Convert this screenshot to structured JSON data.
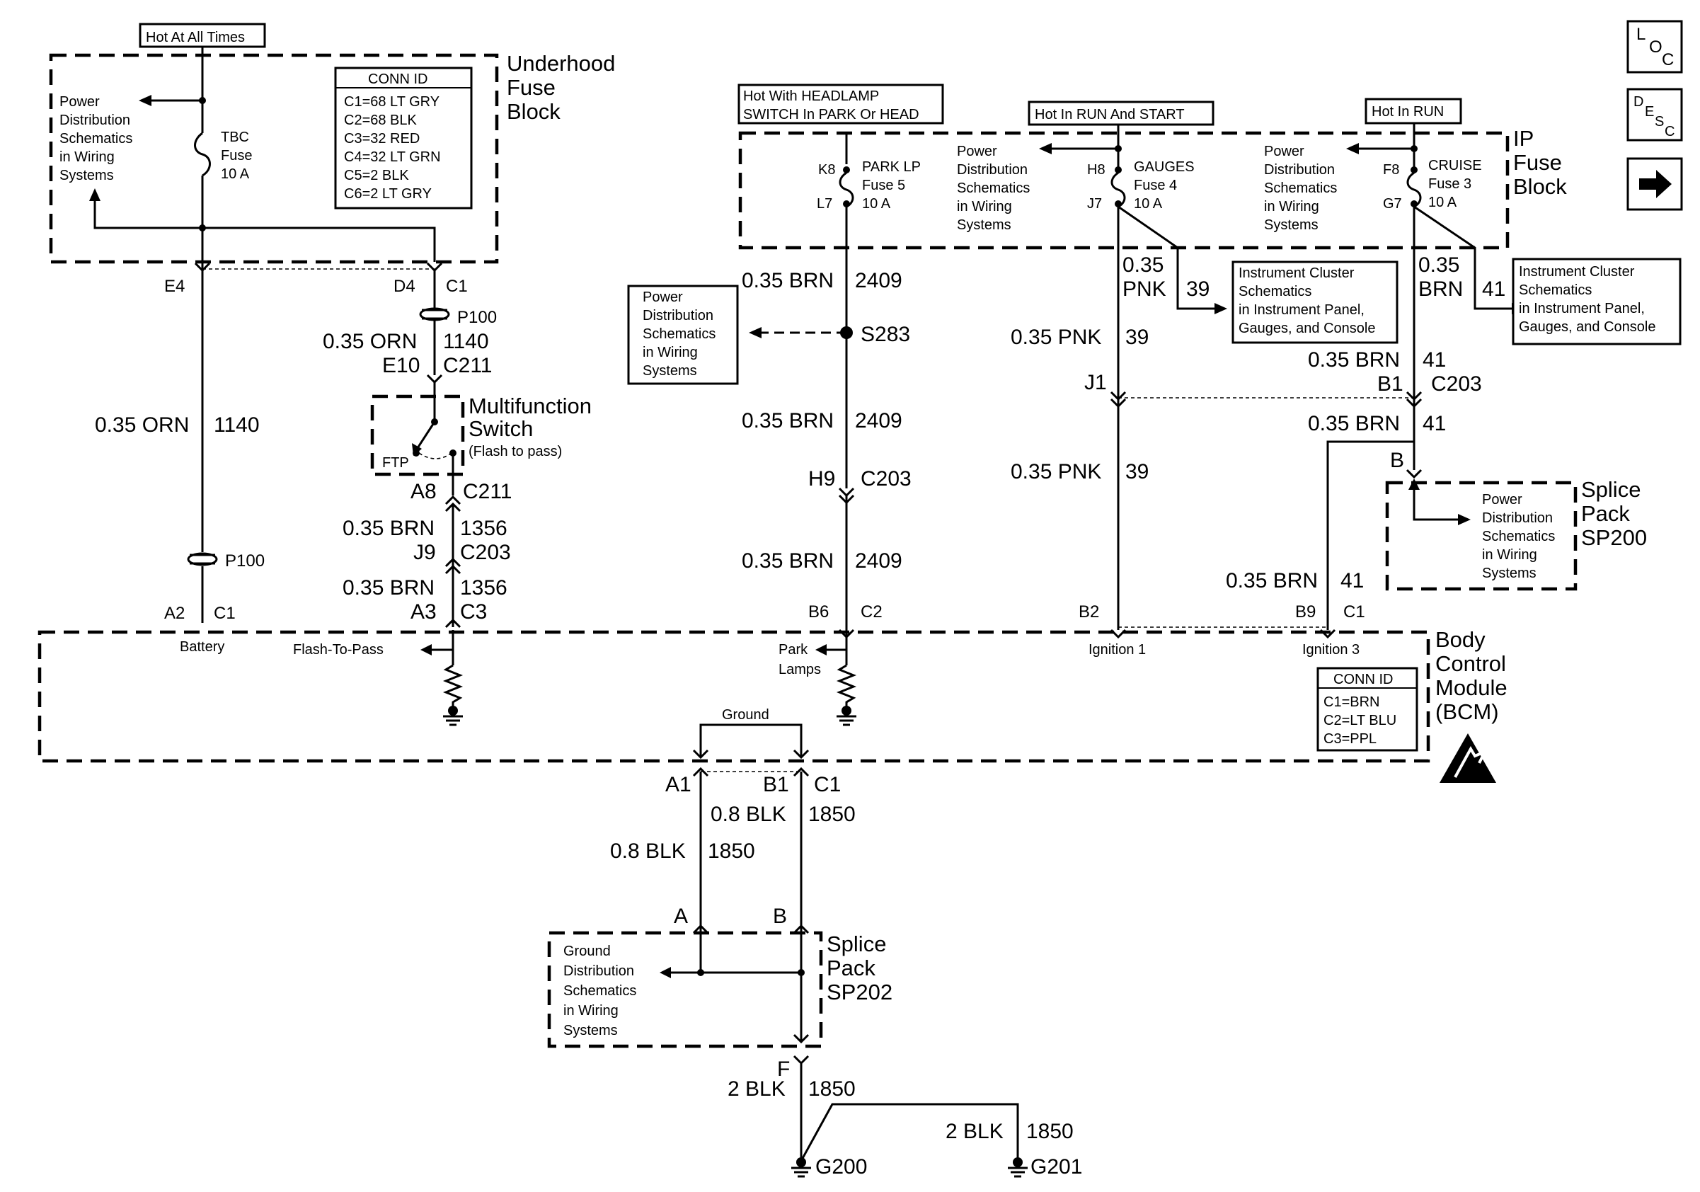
{
  "texts": {
    "hot_all_times": "Hot At All Times",
    "underhood_1": "Underhood",
    "underhood_2": "Fuse",
    "underhood_3": "Block",
    "pd1_1": "Power",
    "pd1_2": "Distribution",
    "pd1_3": "Schematics",
    "pd1_4": "in Wiring",
    "pd1_5": "Systems",
    "tbc_1": "TBC",
    "tbc_2": "Fuse",
    "tbc_3": "10 A",
    "conn1_title": "CONN ID",
    "conn1_c1": "C1=68 LT GRY",
    "conn1_c2": "C2=68 BLK",
    "conn1_c3": "C3=32 RED",
    "conn1_c4": "C4=32 LT GRN",
    "conn1_c5": "C5=2 BLK",
    "conn1_c6": "C6=2 LT GRY",
    "e4": "E4",
    "d4": "D4",
    "c1_top": "C1",
    "p100_a": "P100",
    "orn_1140_a": "0.35 ORN",
    "n1140_a": "1140",
    "e10": "E10",
    "c211_a": "C211",
    "mfs_1": "Multifunction",
    "mfs_2": "Switch",
    "mfs_3": "(Flash to pass)",
    "ftp": "FTP",
    "a8": "A8",
    "c211_b": "C211",
    "orn_1140_b": "0.35 ORN",
    "n1140_b": "1140",
    "brn_1356_a": "0.35 BRN",
    "n1356_a": "1356",
    "j9": "J9",
    "c203_a": "C203",
    "brn_1356_b": "0.35 BRN",
    "n1356_b": "1356",
    "p100_b": "P100",
    "a2": "A2",
    "c1_a": "C1",
    "a3": "A3",
    "c3": "C3",
    "battery": "Battery",
    "flash_to_pass": "Flash-To-Pass",
    "hot_headlamp_1": "Hot With HEADLAMP",
    "hot_headlamp_2": "SWITCH In PARK Or HEAD",
    "k8": "K8",
    "l7": "L7",
    "parklp_1": "PARK LP",
    "parklp_2": "Fuse 5",
    "parklp_3": "10 A",
    "pd2_1": "Power",
    "pd2_2": "Distribution",
    "pd2_3": "Schematics",
    "pd2_4": "in Wiring",
    "pd2_5": "Systems",
    "brn_2409_a": "0.35 BRN",
    "n2409_a": "2409",
    "s283": "S283",
    "pd3_1": "Power",
    "pd3_2": "Distribution",
    "pd3_3": "Schematics",
    "pd3_4": "in Wiring",
    "pd3_5": "Systems",
    "brn_2409_b": "0.35 BRN",
    "n2409_b": "2409",
    "h9": "H9",
    "c203_b": "C203",
    "brn_2409_c": "0.35 BRN",
    "n2409_c": "2409",
    "b6": "B6",
    "c2": "C2",
    "park_lamps_1": "Park",
    "park_lamps_2": "Lamps",
    "hot_run_start": "Hot In RUN And START",
    "h8": "H8",
    "j7": "J7",
    "gauges_1": "GAUGES",
    "gauges_2": "Fuse 4",
    "gauges_3": "10 A",
    "pd4_1": "Power",
    "pd4_2": "Distribution",
    "pd4_3": "Schematics",
    "pd4_4": "in Wiring",
    "pd4_5": "Systems",
    "pnk_a1": "0.35",
    "pnk_a2": "PNK",
    "n39_a": "39",
    "ic1_1": "Instrument Cluster",
    "ic1_2": "Schematics",
    "ic1_3": "in Instrument Panel,",
    "ic1_4": "Gauges, and Console",
    "pnk_b": "0.35 PNK",
    "n39_b": "39",
    "j1": "J1",
    "pnk_c": "0.35 PNK",
    "n39_c": "39",
    "b2": "B2",
    "ignition1": "Ignition 1",
    "hot_run": "Hot In RUN",
    "f8": "F8",
    "g7": "G7",
    "cruise_1": "CRUISE",
    "cruise_2": "Fuse 3",
    "cruise_3": "10 A",
    "pd5_1": "Power",
    "pd5_2": "Distribution",
    "pd5_3": "Schematics",
    "pd5_4": "in Wiring",
    "pd5_5": "Systems",
    "ip_1": "IP",
    "ip_2": "Fuse",
    "ip_3": "Block",
    "brn41_a1": "0.35",
    "brn41_a2": "BRN",
    "n41_a": "41",
    "ic2_1": "Instrument Cluster",
    "ic2_2": "Schematics",
    "ic2_3": "in Instrument Panel,",
    "ic2_4": "Gauges, and Console",
    "brn41_b": "0.35 BRN",
    "n41_b": "41",
    "b1_top": "B1",
    "c203_c": "C203",
    "brn41_c": "0.35 BRN",
    "n41_c": "41",
    "b_sp200": "B",
    "pd6_1": "Power",
    "pd6_2": "Distribution",
    "pd6_3": "Schematics",
    "pd6_4": "in Wiring",
    "pd6_5": "Systems",
    "sp200_1": "Splice",
    "sp200_2": "Pack",
    "sp200_3": "SP200",
    "brn41_d": "0.35 BRN",
    "n41_d": "41",
    "b9": "B9",
    "c1_b": "C1",
    "ignition3": "Ignition 3",
    "bcm_1": "Body",
    "bcm_2": "Control",
    "bcm_3": "Module",
    "bcm_4": "(BCM)",
    "conn2_title": "CONN ID",
    "conn2_c1": "C1=BRN",
    "conn2_c2": "C2=LT BLU",
    "conn2_c3": "C3=PPL",
    "ground": "Ground",
    "a1": "A1",
    "b1_bot": "B1",
    "c1_bot": "C1",
    "blk_a": "0.8 BLK",
    "n1850_a": "1850",
    "blk_b": "0.8 BLK",
    "n1850_b": "1850",
    "a_sp202": "A",
    "b_sp202": "B",
    "gd_1": "Ground",
    "gd_2": "Distribution",
    "gd_3": "Schematics",
    "gd_4": "in Wiring",
    "gd_5": "Systems",
    "sp202_1": "Splice",
    "sp202_2": "Pack",
    "sp202_3": "SP202",
    "f": "F",
    "blk2_a": "2 BLK",
    "n1850_c": "1850",
    "blk2_b": "2 BLK",
    "n1850_d": "1850",
    "g200": "G200",
    "g201": "G201",
    "loc_1": "L",
    "loc_2": "O",
    "loc_3": "C",
    "desc_1": "D",
    "desc_2": "E",
    "desc_3": "S",
    "desc_4": "C"
  },
  "icons": [
    "loc-icon",
    "desc-icon",
    "next-arrow-icon",
    "esd-warning-icon",
    "ground-icon",
    "fuse-icon"
  ]
}
